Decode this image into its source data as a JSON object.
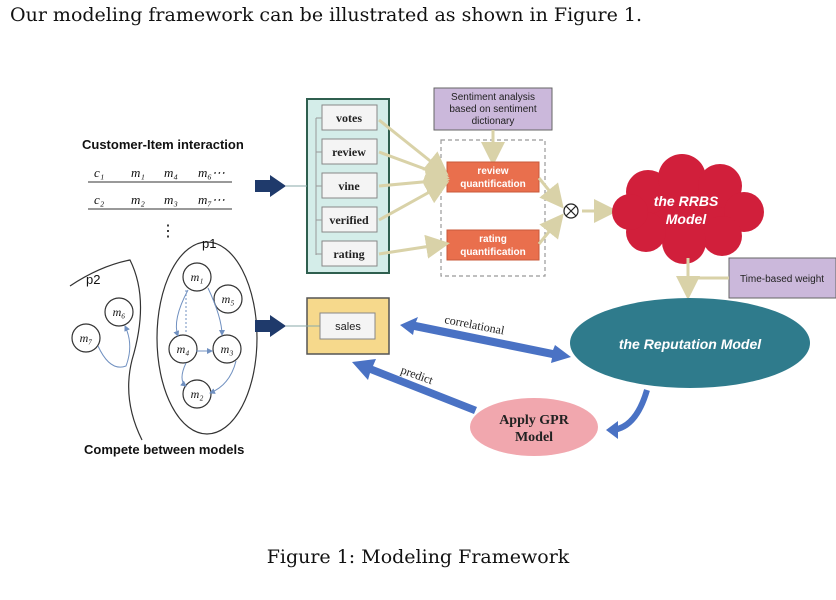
{
  "intro_text": "Our modeling framework can be illustrated as shown in Figure 1.",
  "caption": "Figure 1: Modeling Framework",
  "diagram": {
    "customer_item_title": "Customer-Item interaction",
    "row1": [
      "c₁",
      "m₁",
      "m₄",
      "m₆⋯"
    ],
    "row2": [
      "c₂",
      "m₂",
      "m₃",
      "m₇⋯"
    ],
    "vdots": "⋮",
    "p1_label": "p1",
    "p2_label": "p2",
    "nodes": {
      "m1": "m₁",
      "m2": "m₂",
      "m3": "m₃",
      "m4": "m₄",
      "m5": "m₅",
      "m6": "m₆",
      "m7": "m₇"
    },
    "compete_label": "Compete between models",
    "features": [
      "votes",
      "review",
      "vine",
      "verified",
      "rating"
    ],
    "sales_label": "sales",
    "sentiment_box": [
      "Sentiment analysis",
      "based on sentiment",
      "dictionary"
    ],
    "review_quant": [
      "review",
      "quantification"
    ],
    "rating_quant": [
      "rating",
      "quantification"
    ],
    "otimes": "⊗",
    "rrbs": [
      "the RRBS",
      "Model"
    ],
    "time_weight": "Time-based weight",
    "reputation": "the Reputation Model",
    "correlational": "correlational",
    "predict": "predict",
    "gpr": [
      "Apply GPR",
      "Model"
    ]
  }
}
